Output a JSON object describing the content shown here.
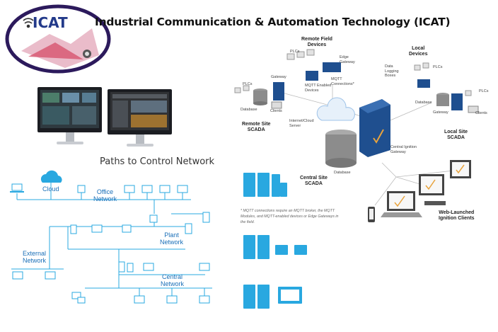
{
  "header": {
    "title": "Industrial Communication & Automation Technology (ICAT)",
    "logo_text": "ICAT"
  },
  "left_diagram": {
    "title": "Paths to Control Network",
    "labels": {
      "cloud": "Cloud",
      "office": "Office\nNetwork",
      "plant": "Plant\nNetwork",
      "external": "External\nNetwork",
      "central": "Central\nNetwork"
    }
  },
  "scada_diagram": {
    "remote_field_devices": "Remote Field\nDevices",
    "local_devices": "Local\nDevices",
    "plcs_1": "PLCs",
    "plcs_2": "PLCs",
    "plcs_3": "PLCs",
    "plcs_4": "PLCs",
    "edge_gateway": "Edge\nGateway",
    "mqtt_connections": "MQTT\nConnections*",
    "mqtt_enabled_devices": "MQTT Enabled\nDevices",
    "gateway_1": "Gateway",
    "gateway_2": "Gateway",
    "database_1": "Database",
    "database_2": "Database",
    "database_3": "Database",
    "clients_1": "Clients",
    "clients_2": "Clients",
    "data_logging_boxes": "Data\nLogging\nBoxes",
    "remote_site_scada": "Remote Site\nSCADA",
    "local_site_scada": "Local Site\nSCADA",
    "internet_cloud_server": "Internet/Cloud\nServer",
    "central_ignition_gateway": "Central Ignition\nGateway",
    "central_site_scada": "Central Site\nSCADA",
    "web_launched_clients": "Web-Launched\nIgnition Clients",
    "footnote": "* MQTT connections require an MQTT broker, the MQTT Modules, and MQTT-enabled devices or Edge Gateways in the field."
  },
  "colors": {
    "accent_blue": "#29a8e0",
    "navy": "#233a8a",
    "server_blue": "#1f4f8f"
  }
}
